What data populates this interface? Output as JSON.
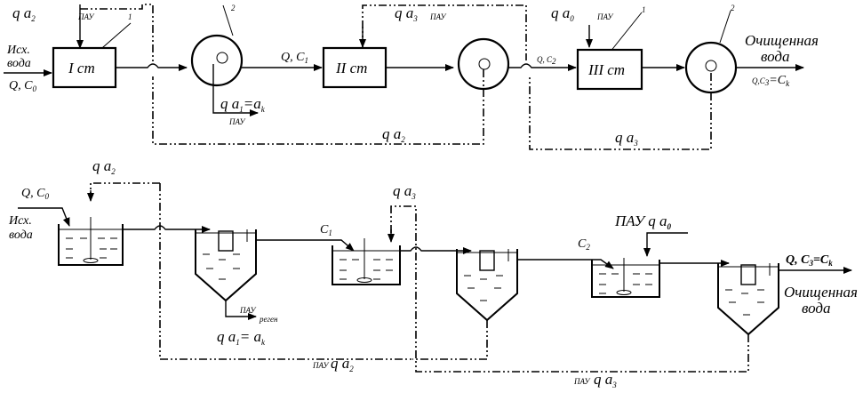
{
  "top": {
    "in_q_a2": "q  a",
    "in_q_a2_sub": "2",
    "pau1": "ПАУ",
    "callout1": "1",
    "src_line1": "Исх.",
    "src_line2": "вода",
    "src_flow": "Q, C",
    "src_flow_sub": "0",
    "stage1": "I ст",
    "callout2a": "2",
    "q_c1": "Q, C",
    "q_c1_sub": "1",
    "stage2": "II ст",
    "q_a3_top": "q  a",
    "q_a3_top_sub": "3",
    "pau_a3_top": "ПАУ",
    "qa1": "q  a",
    "qa1_sub": "1",
    "qa1_eq": "=a",
    "qa1_eq_sub": "k",
    "pau_reg1": "ПАУ",
    "q_a2_return": "q  a",
    "q_a2_return_sub": "2",
    "q_a0": "q  a",
    "q_a0_sub": "0",
    "pau_a0": "ПАУ",
    "callout1b": "1",
    "q_c2": "Q, C",
    "q_c2_sub": "2",
    "stage3": "III ст",
    "callout2b": "2",
    "out_line1": "Очищенная",
    "out_line2": "вода",
    "out_flow": "Q,C",
    "out_flow_sub": "3",
    "out_flow_eq": "=C",
    "out_flow_eq_sub": "k",
    "q_a3_return": "q  a",
    "q_a3_return_sub": "3"
  },
  "bottom": {
    "in_q_a2": "q  a",
    "in_q_a2_sub": "2",
    "src_flow": "Q, C",
    "src_flow_sub": "0",
    "src_line1": "Исх.",
    "src_line2": "вода",
    "c1": "C",
    "c1_sub": "1",
    "q_a3": "q  a",
    "q_a3_sub": "3",
    "pau_reg": "ПАУ",
    "regen": "реген",
    "qa1": "q  a",
    "qa1_sub": "1",
    "qa1_eq": "= a",
    "qa1_eq_sub": "k",
    "c2": "C",
    "c2_sub": "2",
    "pau_a0": "ПАУ  q  a",
    "pau_a0_sub": "0",
    "out_flow": "Q, C",
    "out_flow_sub": "3",
    "out_flow_eq": "=C",
    "out_flow_eq_sub": "k",
    "out_line1": "Очищенная",
    "out_line2": "вода",
    "ret_a2": "q  a",
    "ret_a2_sub": "2",
    "ret_a2_pau": "ПАУ",
    "ret_a3": "q  a",
    "ret_a3_sub": "3",
    "ret_a3_pau": "ПАУ"
  }
}
